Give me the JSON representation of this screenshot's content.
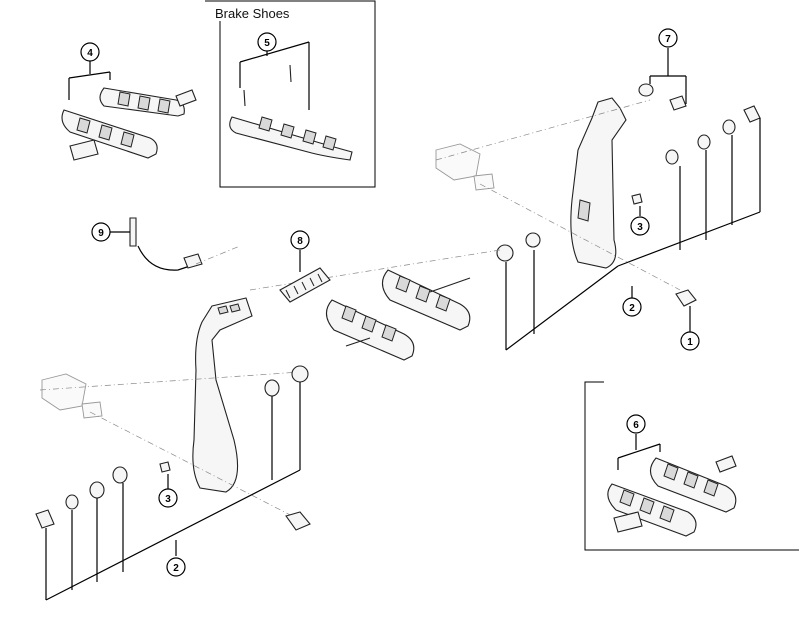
{
  "inset_title": "Brake Shoes",
  "callouts": [
    "1",
    "2",
    "3",
    "4",
    "5",
    "6",
    "7",
    "8",
    "9"
  ]
}
